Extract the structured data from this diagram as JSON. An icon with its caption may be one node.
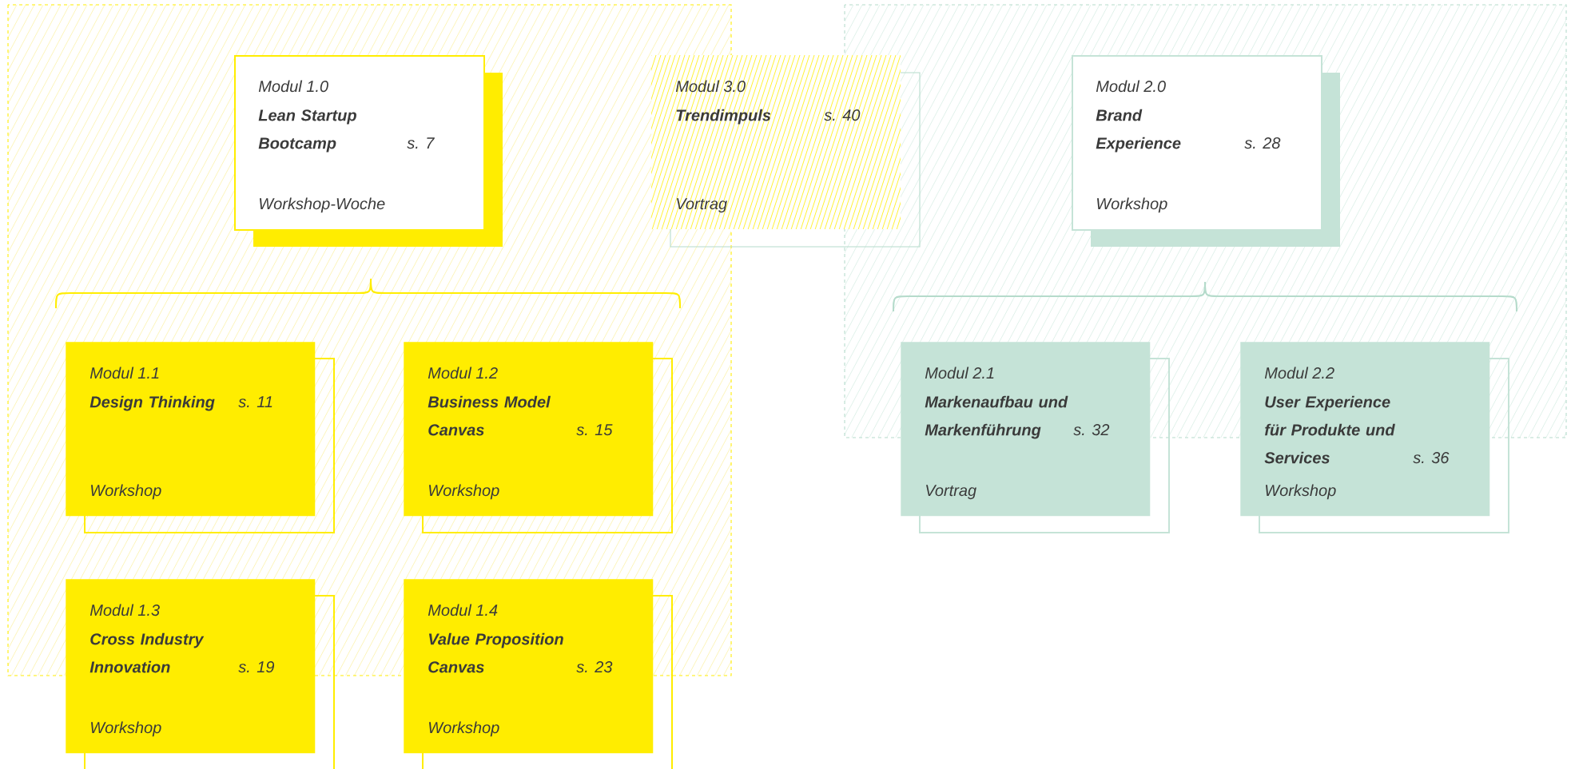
{
  "diagram": {
    "nodes": [
      {
        "text": [
          "Modul 1.0",
          "Lean Startup Bootcamp",
          "s. 7",
          "Workshop-Woche"
        ]
      },
      {
        "text": [
          "Modul 3.0",
          "Trendimpuls",
          "s. 40",
          "Vortrag"
        ]
      },
      {
        "text": [
          "Modul 2.0",
          "Brand Experience",
          "s. 28",
          "Workshop"
        ]
      },
      {
        "text": [
          "Modul 1.1",
          "Design Thinking",
          "s. 11",
          "Workshop"
        ]
      },
      {
        "text": [
          "Modul 1.2",
          "Business Model Canvas",
          "s. 15",
          "Workshop"
        ]
      },
      {
        "text": [
          "Modul 2.1",
          "Markenaufbau und Markenführung",
          "s. 32",
          "Vortrag"
        ]
      },
      {
        "text": [
          "Modul 2.2",
          "User Experience für Produkte und Services",
          "s. 36",
          "Workshop"
        ]
      },
      {
        "text": [
          "Modul 1.3",
          "Cross Industry Innovation",
          "s. 19",
          "Workshop"
        ]
      },
      {
        "text": [
          "Modul 1.4",
          "Value Proposition Canvas",
          "s. 23",
          "Workshop"
        ]
      }
    ]
  }
}
